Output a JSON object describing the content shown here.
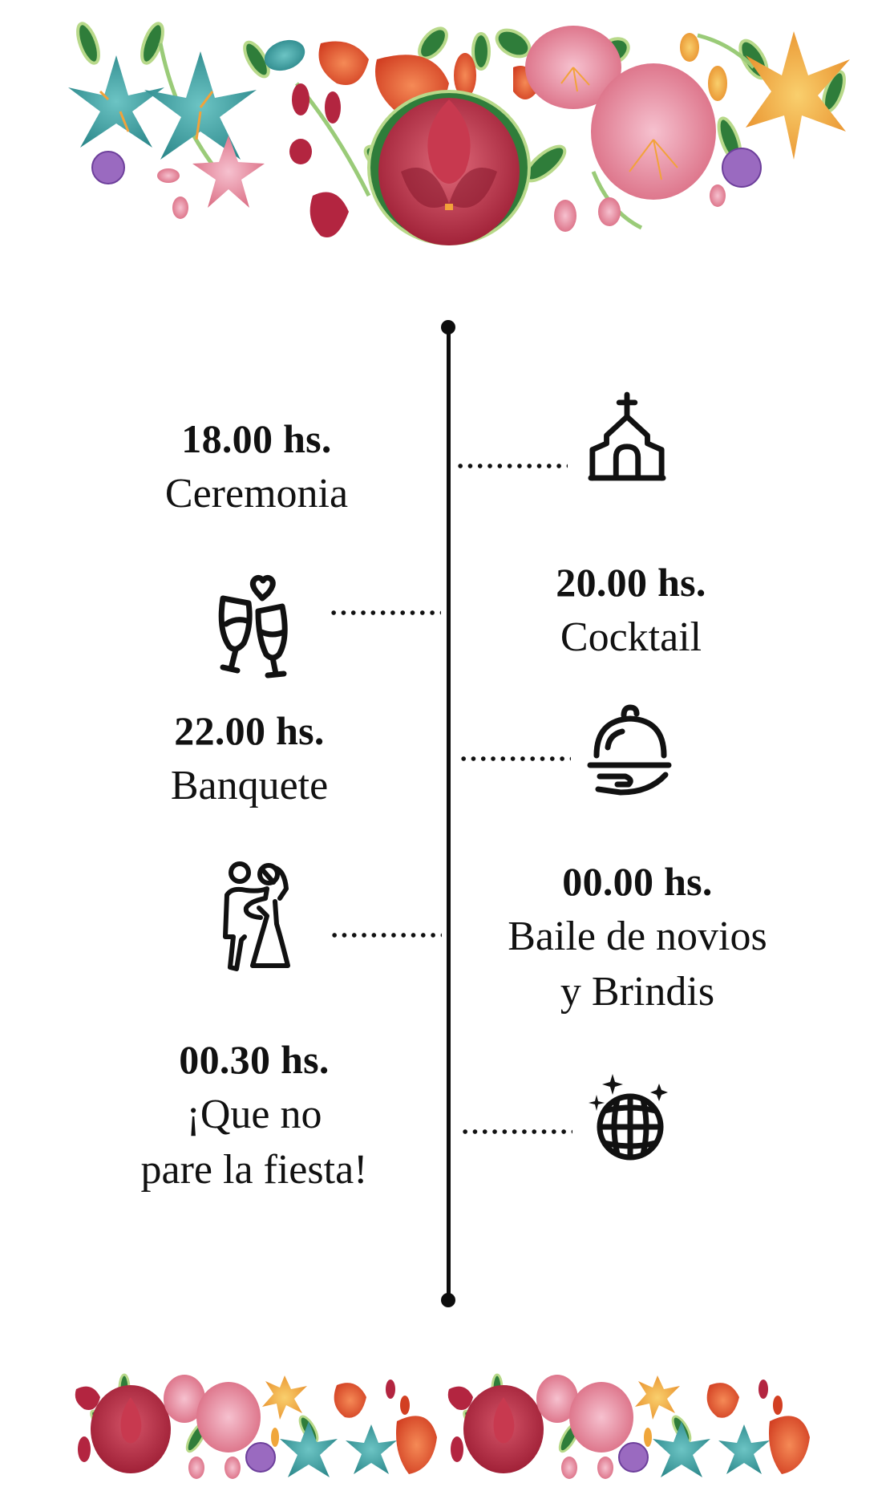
{
  "decoration": {
    "top_border": "floral-embroidery-arch",
    "bottom_border": "floral-embroidery-strip",
    "colors": {
      "teal": "#3a9a9c",
      "crimson": "#a9243a",
      "orange_red": "#e2502b",
      "pink": "#e58aa3",
      "light_pink": "#f2b2c6",
      "marigold": "#f0a63a",
      "purple": "#9a6ac0",
      "leaf_green": "#2f7d3a",
      "leaf_edge": "#b8d98a"
    }
  },
  "timeline": {
    "line_color": "#0d0d0d",
    "events": [
      {
        "time": "18.00 hs.",
        "lines": [
          "Ceremonia"
        ],
        "icon": "church-icon",
        "text_side": "left"
      },
      {
        "time": "20.00 hs.",
        "lines": [
          "Cocktail"
        ],
        "icon": "champagne-toast-icon",
        "text_side": "right"
      },
      {
        "time": "22.00 hs.",
        "lines": [
          "Banquete"
        ],
        "icon": "serving-cloche-icon",
        "text_side": "left"
      },
      {
        "time": "00.00 hs.",
        "lines": [
          "Baile de novios",
          "y Brindis"
        ],
        "icon": "dancing-couple-icon",
        "text_side": "right"
      },
      {
        "time": "00.30 hs.",
        "lines": [
          "¡Que no",
          "pare la fiesta!"
        ],
        "icon": "disco-ball-icon",
        "text_side": "left"
      }
    ]
  }
}
